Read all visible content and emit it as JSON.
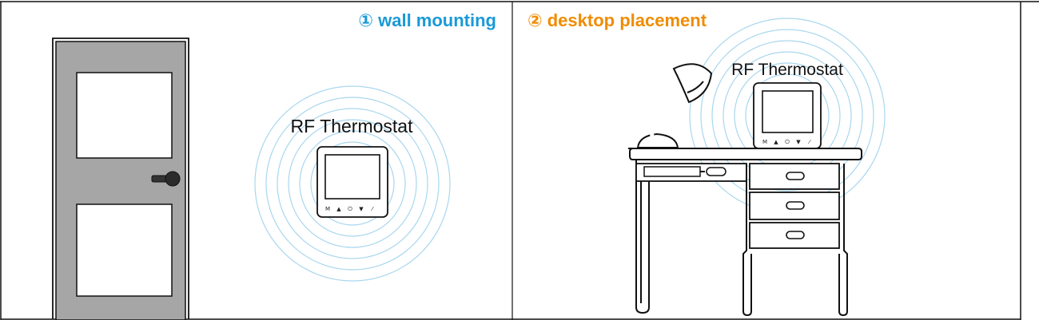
{
  "panels": {
    "wall": {
      "title": "① wall mounting",
      "device_label": "RF Thermostat"
    },
    "desktop": {
      "title": "② desktop placement",
      "device_label": "RF Thermostat"
    }
  },
  "thermostat": {
    "button_labels": [
      "M",
      "▲",
      "⏻",
      "▼",
      "⁄"
    ]
  },
  "colors": {
    "wall_title": "#1a9ad6",
    "desktop_title": "#f08c00",
    "signal_rings": "#a9d7ef",
    "door": "#a6a6a6"
  }
}
